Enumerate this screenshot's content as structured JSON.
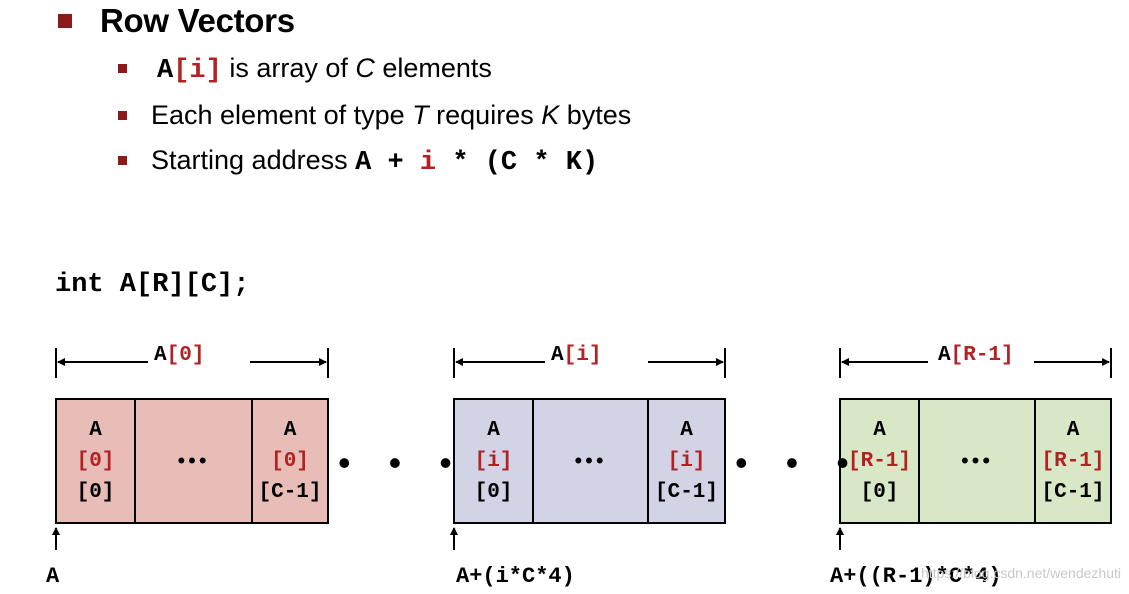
{
  "heading": "Row Vectors",
  "bullets": {
    "b1": {
      "code": "A",
      "idx": "[i]",
      "text1": " is array of ",
      "italic": "C",
      "text2": " elements"
    },
    "b2": {
      "text1": "Each element of type ",
      "italic1": "T",
      "text2": " requires ",
      "italic2": "K",
      "text3": " bytes"
    },
    "b3": {
      "text1": "Starting address ",
      "code1": "A + ",
      "code_i": "i",
      "code2": " * (C * K)"
    }
  },
  "declaration": "int A[R][C];",
  "rows": [
    {
      "label_prefix": "A",
      "label_index": "[0]",
      "first": {
        "line1": "A",
        "line2": "[0]",
        "line3": "[0]"
      },
      "middle": "•••",
      "last": {
        "line1": "A",
        "line2": "[0]",
        "line3": "[C-1]"
      },
      "address": "A",
      "color": "#e8bdb8"
    },
    {
      "label_prefix": "A",
      "label_index": "[i]",
      "first": {
        "line1": "A",
        "line2": "[i]",
        "line3": "[0]"
      },
      "middle": "•••",
      "last": {
        "line1": "A",
        "line2": "[i]",
        "line3": "[C-1]"
      },
      "address": "A+(i*C*4)",
      "color": "#d3d3e6"
    },
    {
      "label_prefix": "A",
      "label_index": "[R-1]",
      "first": {
        "line1": "A",
        "line2": "[R-1]",
        "line3": "[0]"
      },
      "middle": "•••",
      "last": {
        "line1": "A",
        "line2": "[R-1]",
        "line3": "[C-1]"
      },
      "address": "A+((R-1)*C*4)",
      "color": "#d8e8c6"
    }
  ],
  "between_dots": "• • •",
  "watermark": "https://blog.csdn.net/wendezhuti",
  "colors": {
    "bullet": "#8b1a1a",
    "index_text": "#b22222"
  }
}
